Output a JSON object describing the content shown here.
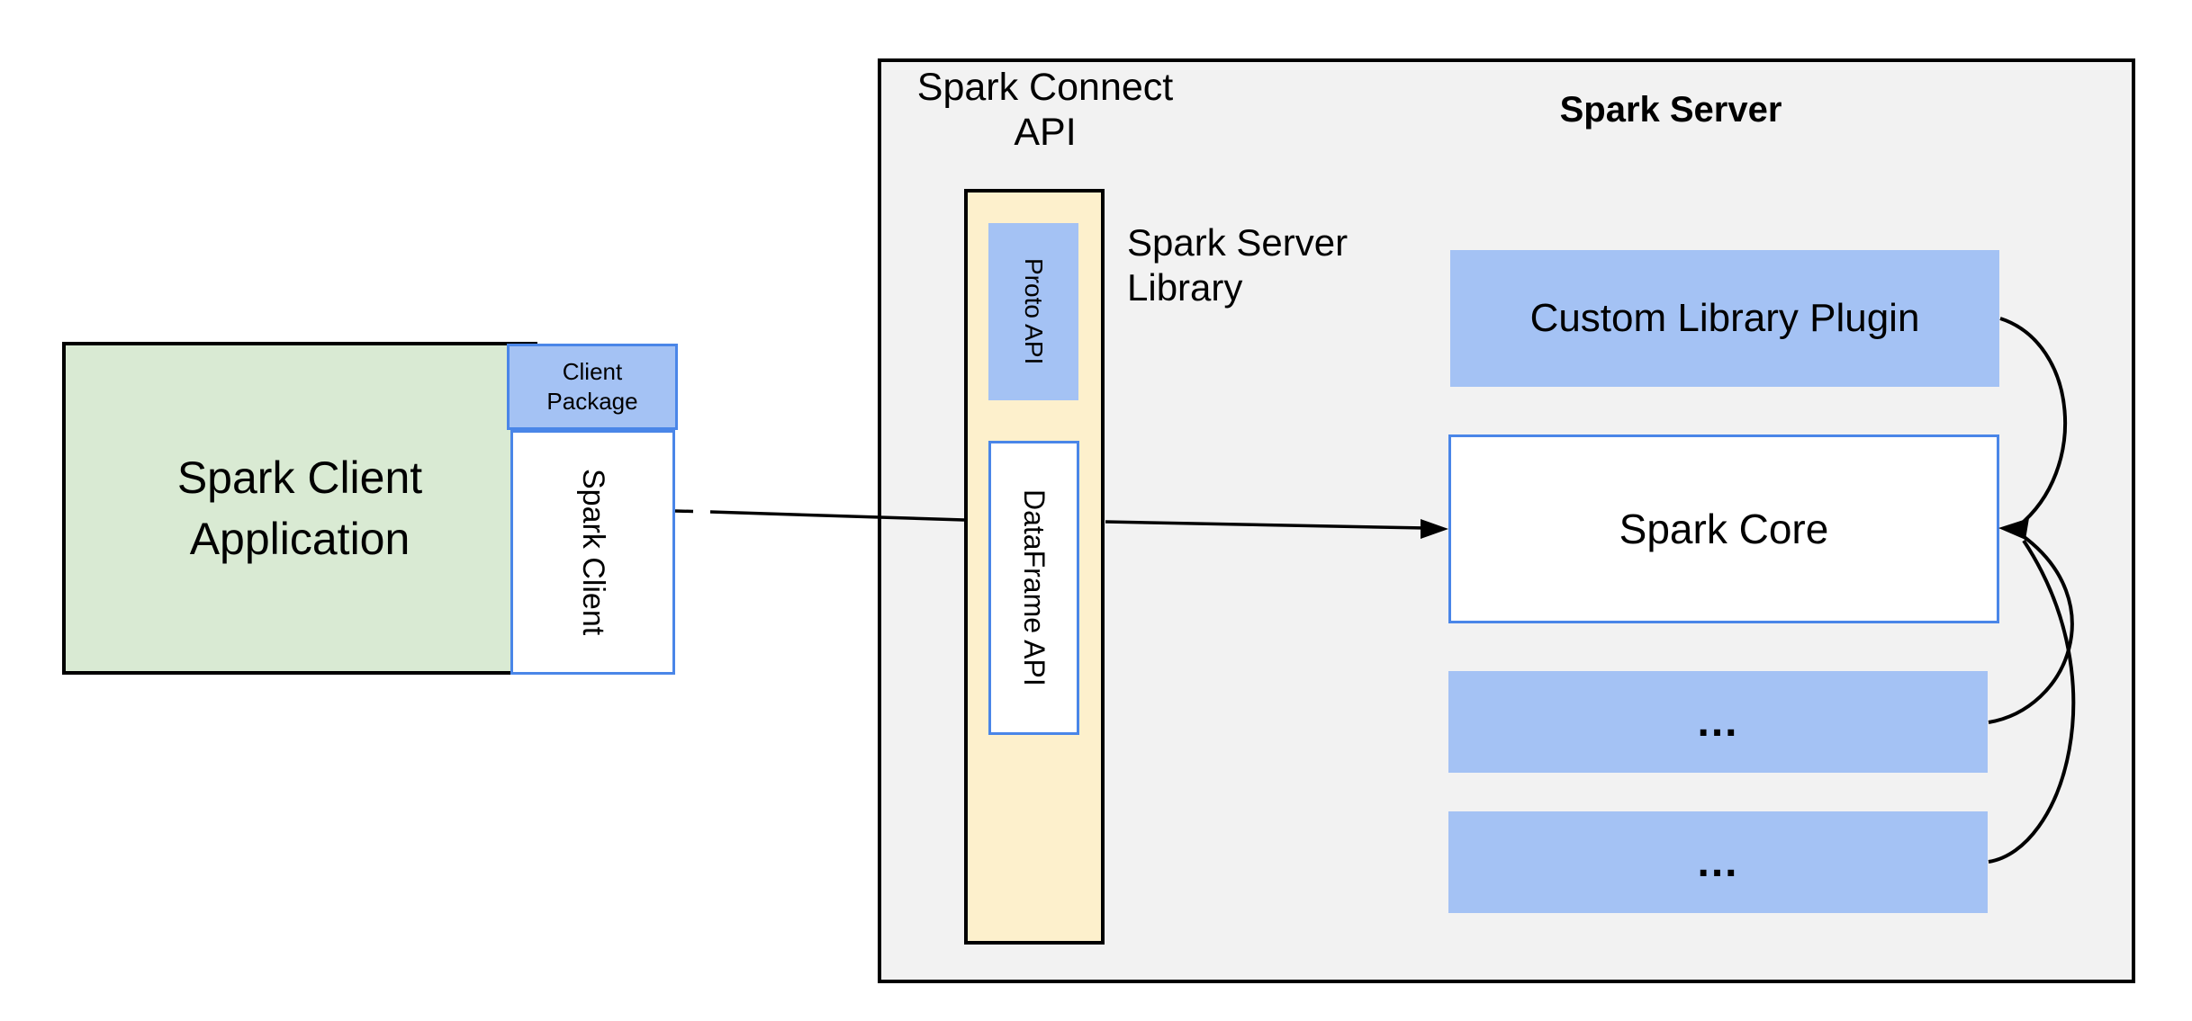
{
  "diagram": {
    "client": {
      "app_label_line1": "Spark Client",
      "app_label_line2": "Application",
      "package_label_line1": "Client",
      "package_label_line2": "Package",
      "spark_client_label": "Spark Client"
    },
    "connect": {
      "api_label_line1": "Spark Connect",
      "api_label_line2": "API",
      "proto_api_label": "Proto  API",
      "dataframe_api_label": "DataFrame API",
      "server_library_line1": "Spark Server",
      "server_library_line2": "Library"
    },
    "server": {
      "title": "Spark Server",
      "plugin_label": "Custom Library Plugin",
      "core_label": "Spark Core",
      "ellipsis1": "...",
      "ellipsis2": "..."
    }
  },
  "colors": {
    "blue_fill": "#a4c2f4",
    "blue_border": "#4a86e8",
    "green_fill": "#d9ead3",
    "yellow_fill": "#fdf0cc",
    "container_fill": "#f2f2f2",
    "line_color": "#000000"
  }
}
